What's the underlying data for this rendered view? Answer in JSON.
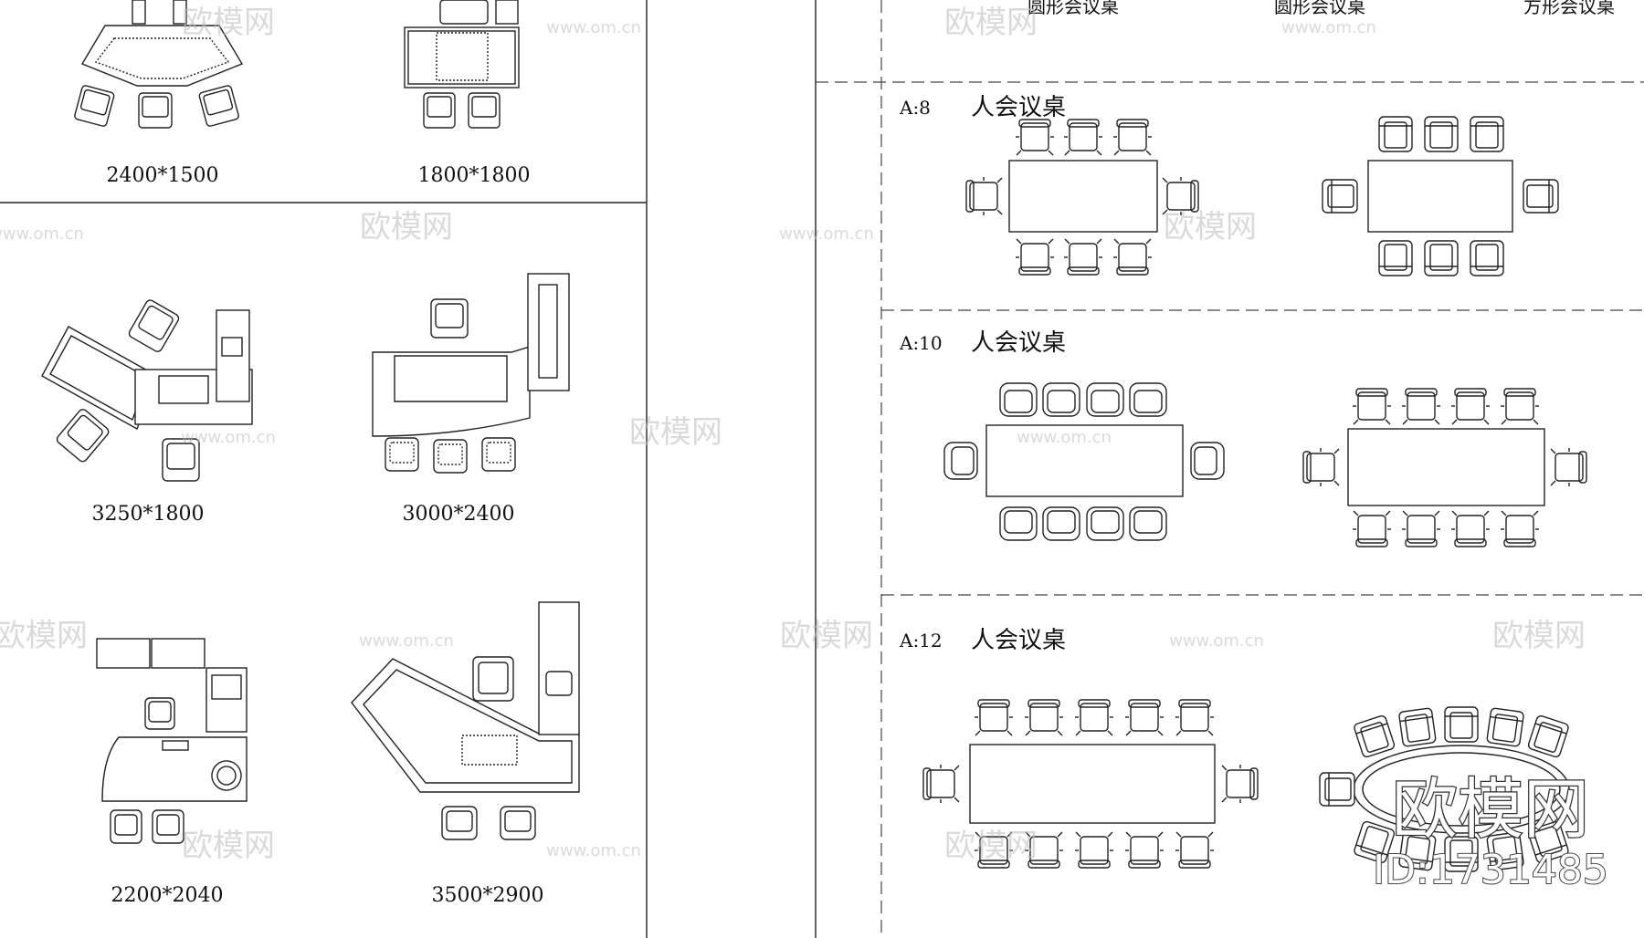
{
  "dimensions": [
    {
      "id": "d1",
      "text": "2400*1500"
    },
    {
      "id": "d2",
      "text": "1800*1800"
    },
    {
      "id": "d3",
      "text": "3250*1800"
    },
    {
      "id": "d4",
      "text": "3000*2400"
    },
    {
      "id": "d5",
      "text": "2200*2040"
    },
    {
      "id": "d6",
      "text": "3500*2900"
    }
  ],
  "table_types": [
    {
      "text": "圆形会议桌"
    },
    {
      "text": "圆形会议桌"
    },
    {
      "text": "方形会议桌"
    }
  ],
  "sections": [
    {
      "code": "A:8",
      "title": "人会议桌"
    },
    {
      "code": "A:10",
      "title": "人会议桌"
    },
    {
      "code": "A:12",
      "title": "人会议桌"
    }
  ],
  "watermark": {
    "url": "www.om.cn",
    "brand": "欧模网"
  },
  "corner_mark": {
    "brand": "欧模网",
    "id": "ID:1731485"
  },
  "colors": {
    "line": "#222222",
    "watermark": "#cfcfcf",
    "background": "#ffffff"
  }
}
